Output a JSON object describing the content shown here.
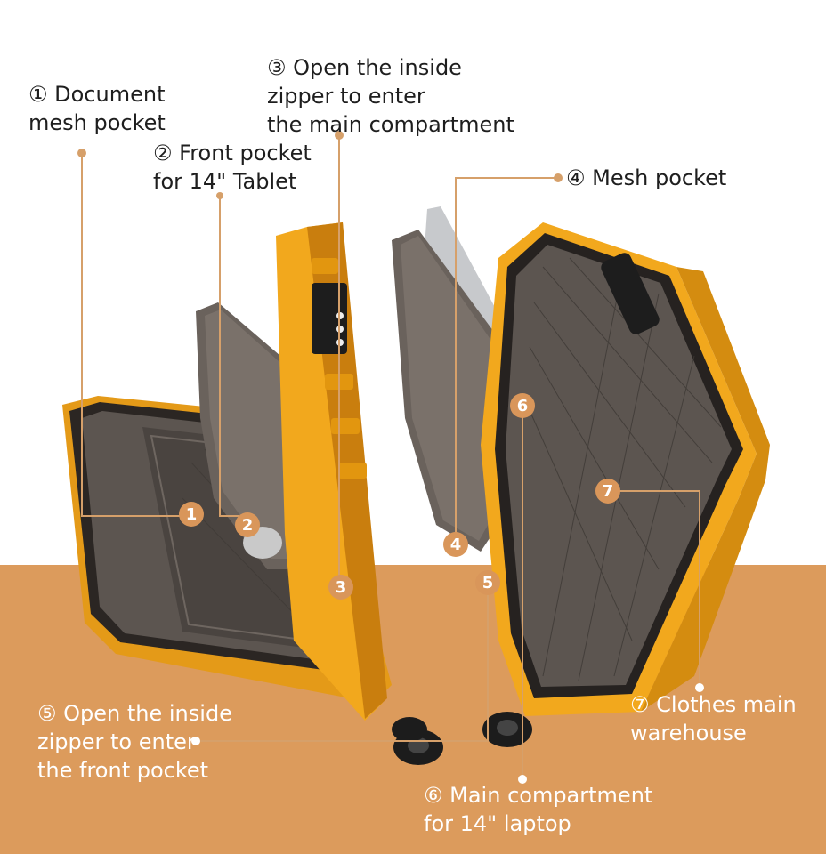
{
  "colors": {
    "floor": "#dc9b5c",
    "shell_orange": "#f2a81d",
    "shell_dark": "#c97e0e",
    "lining": "#5c5550",
    "lining_dark": "#3c3733",
    "callout_line": "#d6a06a",
    "badge": "#d9965a"
  },
  "callouts": [
    {
      "num": "1",
      "lines": [
        "① Document",
        "mesh pocket"
      ]
    },
    {
      "num": "2",
      "lines": [
        "② Front pocket",
        "for 14\" Tablet"
      ]
    },
    {
      "num": "3",
      "lines": [
        "③ Open the inside",
        "zipper to enter",
        "the main compartment"
      ]
    },
    {
      "num": "4",
      "lines": [
        "④ Mesh pocket"
      ]
    },
    {
      "num": "5",
      "lines": [
        "⑤ Open the inside",
        "zipper to enter",
        "the front pocket"
      ]
    },
    {
      "num": "6",
      "lines": [
        "⑥ Main compartment",
        "for 14\" laptop"
      ]
    },
    {
      "num": "7",
      "lines": [
        "⑦ Clothes main",
        "warehouse"
      ]
    }
  ]
}
